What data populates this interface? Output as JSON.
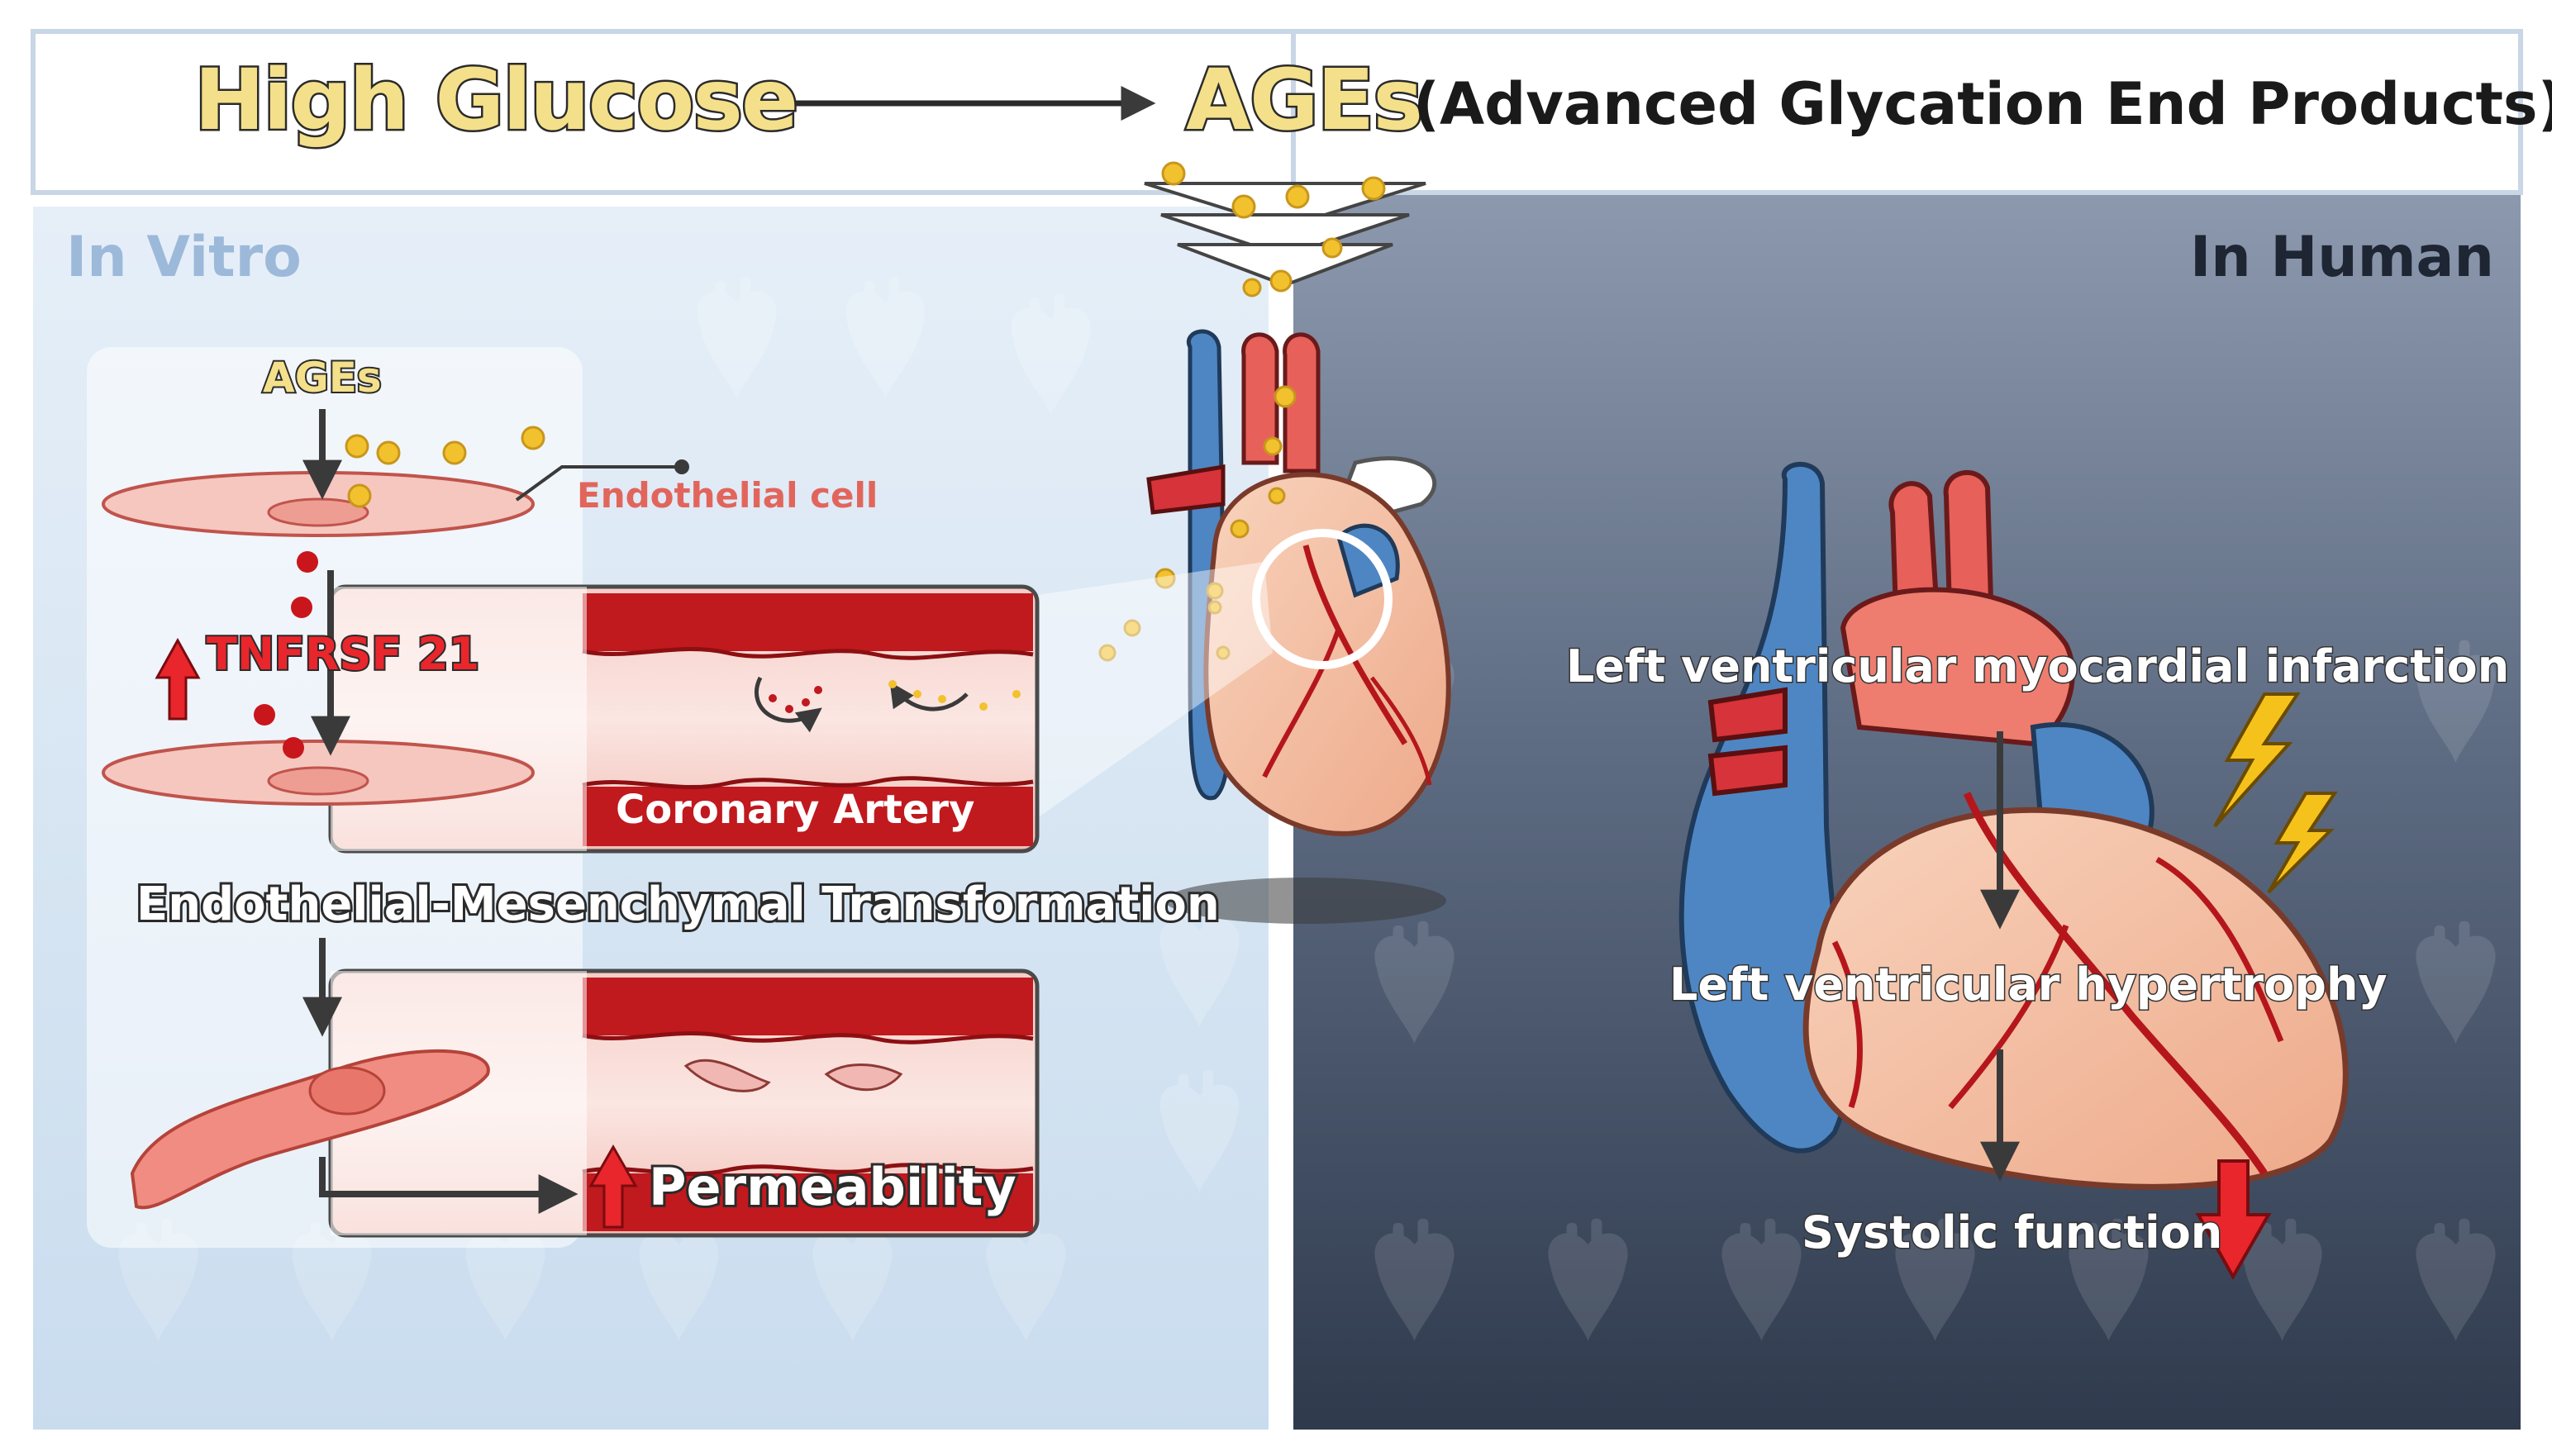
{
  "header": {
    "left_term": "High Glucose",
    "right_term": "AGEs",
    "right_expansion": "(Advanced Glycation End Products)"
  },
  "panels": {
    "left_title": "In Vitro",
    "right_title": "In Human"
  },
  "in_vitro": {
    "ages_label": "AGEs",
    "endothelial_cell_label": "Endothelial cell",
    "tnfrsf_label": "TNFRSF 21",
    "coronary_artery_label": "Coronary Artery",
    "endmt_label": "Endothelial-Mesenchymal Transformation",
    "permeability_label": "Permeability"
  },
  "in_human": {
    "step1": "Left ventricular myocardial infarction",
    "step2": "Left ventricular hypertrophy",
    "step3": "Systolic function"
  },
  "colors": {
    "left_panel_bg": "#d8e8f5",
    "right_panel_bg": "#5d6b82",
    "vessel_red": "#c0191e",
    "ages_dot": "#f2c12e",
    "arrow_up_red": "#e8262c",
    "heart_body": "#f7c7a8"
  }
}
